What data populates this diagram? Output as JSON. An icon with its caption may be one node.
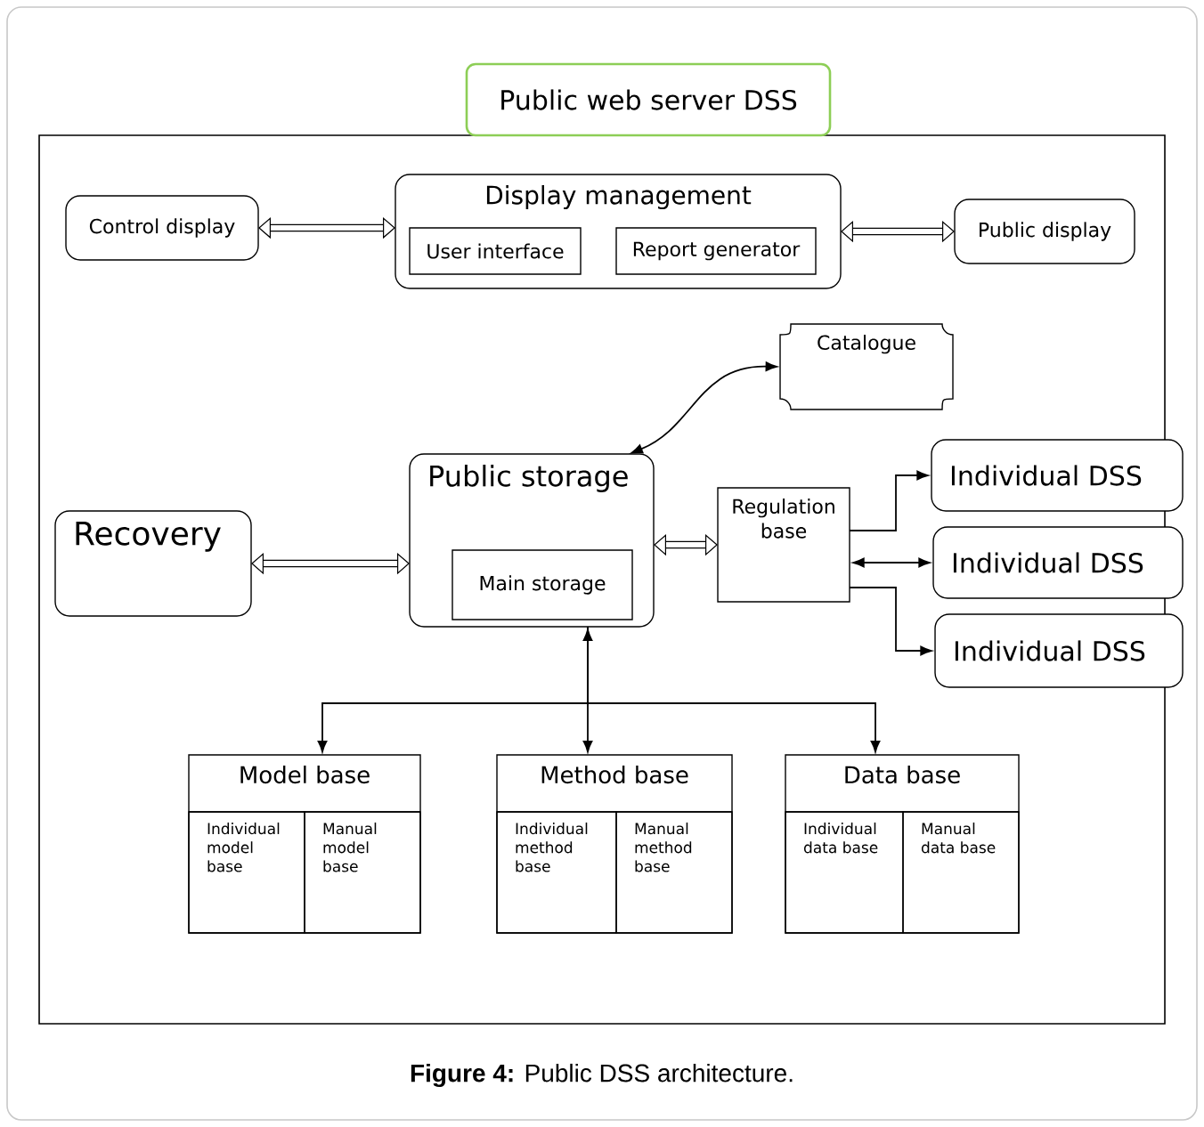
{
  "diagram": {
    "caption": "**Figure 4:** Public DSS architecture.",
    "nodes": [
      {
        "text": [
          "Public web server DSS"
        ]
      },
      {
        "text": [
          "Control display"
        ]
      },
      {
        "text": [
          "Display management"
        ]
      },
      {
        "text": [
          "User interface"
        ],
        "in": 2
      },
      {
        "text": [
          "Report generator"
        ],
        "in": 2
      },
      {
        "text": [
          "Public display"
        ]
      },
      {
        "text": [
          "Catalogue"
        ]
      },
      {
        "text": [
          "Public storage"
        ]
      },
      {
        "text": [
          "Main storage"
        ],
        "in": 7
      },
      {
        "text": [
          "Recovery"
        ]
      },
      {
        "text": [
          "Regulation base"
        ]
      },
      {
        "text": [
          "Individual DSS"
        ]
      },
      {
        "text": [
          "Individual DSS"
        ]
      },
      {
        "text": [
          "Individual DSS"
        ]
      },
      {
        "text": [
          "Model base"
        ]
      },
      {
        "text": [
          "Individual model base"
        ],
        "in": 14
      },
      {
        "text": [
          "Manual model base"
        ],
        "in": 14
      },
      {
        "text": [
          "Method base"
        ]
      },
      {
        "text": [
          "Individual method base"
        ],
        "in": 17
      },
      {
        "text": [
          "Manual method base"
        ],
        "in": 17
      },
      {
        "text": [
          "Data base"
        ]
      },
      {
        "text": [
          "Individual data base"
        ],
        "in": 20
      },
      {
        "text": [
          "Manual data base"
        ],
        "in": 20
      }
    ],
    "edges": [
      {
        "from": 1,
        "to": 2,
        "arrow": "both",
        "style": "thick"
      },
      {
        "from": 2,
        "to": 5,
        "arrow": "both",
        "style": "thick"
      },
      {
        "from": 7,
        "to": 6,
        "arrow": "both"
      },
      {
        "from": 9,
        "to": 7,
        "arrow": "both",
        "style": "thick"
      },
      {
        "from": 7,
        "to": 10,
        "arrow": "both",
        "style": "thick"
      },
      {
        "from": 10,
        "to": 11,
        "arrow": "to"
      },
      {
        "from": 10,
        "to": 12,
        "arrow": "both"
      },
      {
        "from": 10,
        "to": 13,
        "arrow": "to"
      },
      {
        "from": 7,
        "to": 14,
        "arrow": "to"
      },
      {
        "from": 7,
        "to": 17,
        "arrow": "both"
      },
      {
        "from": 7,
        "to": 20,
        "arrow": "to"
      }
    ]
  }
}
